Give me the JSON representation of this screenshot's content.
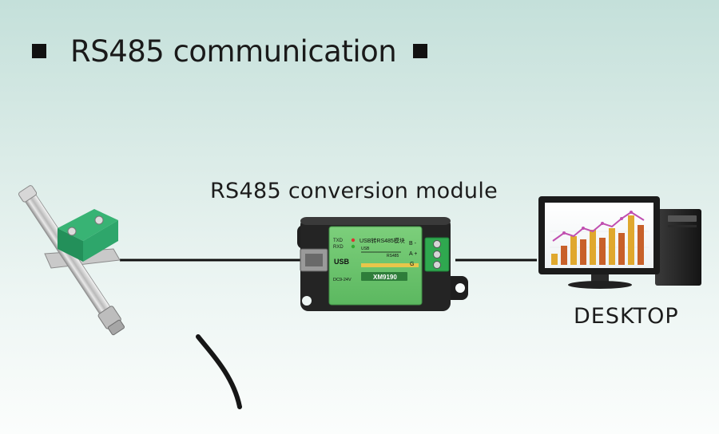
{
  "title": "RS485 communication",
  "module_label": "RS485 conversion module",
  "desktop_label": "DESKTOP",
  "module_board": {
    "txd": "TXD",
    "rxd": "RXD",
    "usb": "USB",
    "heading": "USB转RS485模块",
    "usb_small": "USB",
    "rs485": "RS485",
    "pin_b": "B -",
    "pin_a": "A +",
    "pin_g": "G",
    "power": "DC9-24V",
    "model": "XM9190"
  },
  "colors": {
    "background_top": "#c4e0da",
    "background_bottom": "#fbfdfc",
    "module_pcb": "#6ec66f",
    "sensor_clamp": "#2ea66b",
    "terminal_block": "#2fa84f"
  }
}
